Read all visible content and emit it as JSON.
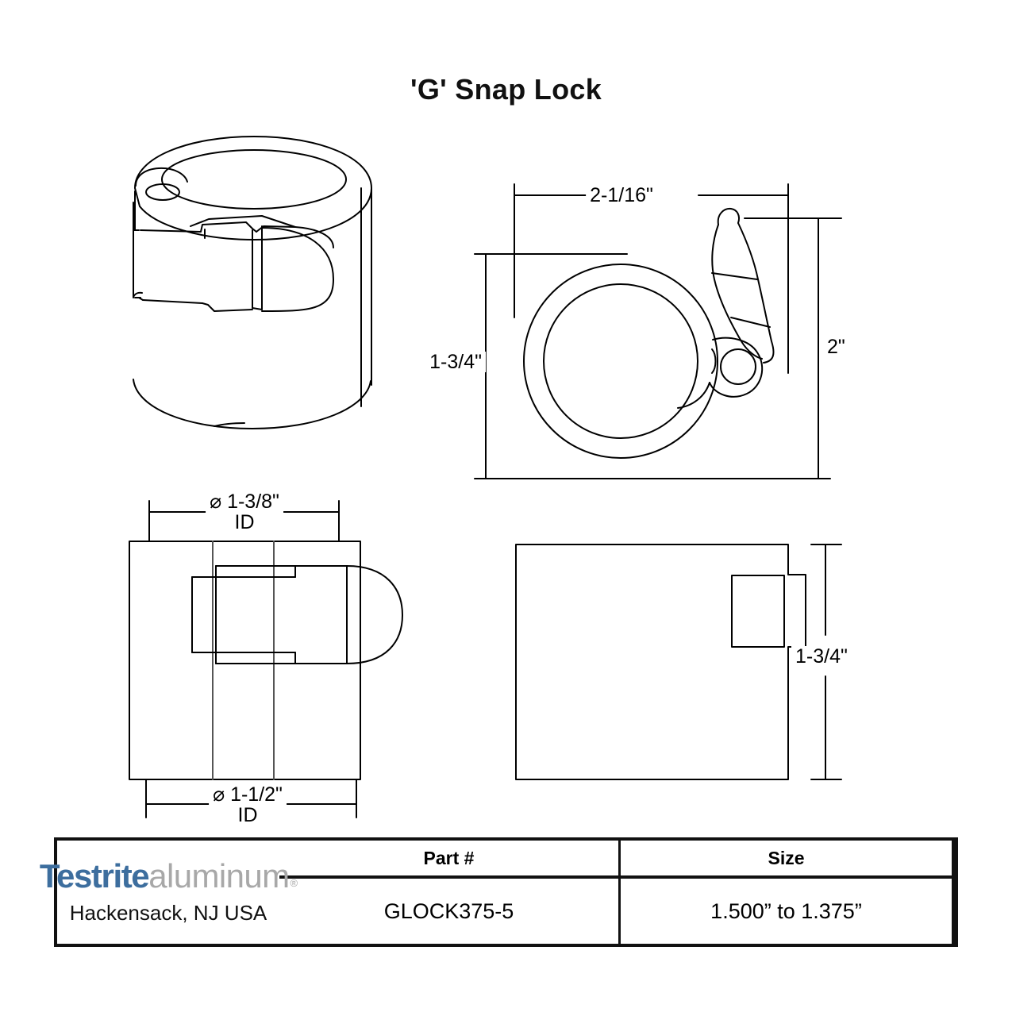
{
  "document": {
    "title": "'G' Snap Lock",
    "type": "technical-drawing"
  },
  "views": {
    "isometric": {
      "name": "isometric-view"
    },
    "top": {
      "name": "top-view"
    },
    "front": {
      "name": "front-view"
    },
    "side": {
      "name": "side-view"
    }
  },
  "dimensions": {
    "top_width": "2-1/16\"",
    "top_height_left": "1-3/4\"",
    "top_height_right": "2\"",
    "front_top_diameter": "⌀ 1-3/8\"",
    "front_top_diameter_note": "ID",
    "front_bottom_diameter": "⌀ 1-1/2\"",
    "front_bottom_diameter_note": "ID",
    "side_height": "1-3/4\""
  },
  "table": {
    "headers": {
      "part": "Part #",
      "size": "Size"
    },
    "rows": [
      {
        "part": "GLOCK375-5",
        "size": "1.500” to 1.375”"
      }
    ]
  },
  "branding": {
    "primary": "Testrite",
    "secondary": "aluminum",
    "registered": "®",
    "city": "Hackensack, NJ USA",
    "primary_color": "#3d6e9e",
    "secondary_color": "#a8a8a8"
  },
  "style": {
    "line_color": "#000000",
    "background": "#ffffff"
  }
}
